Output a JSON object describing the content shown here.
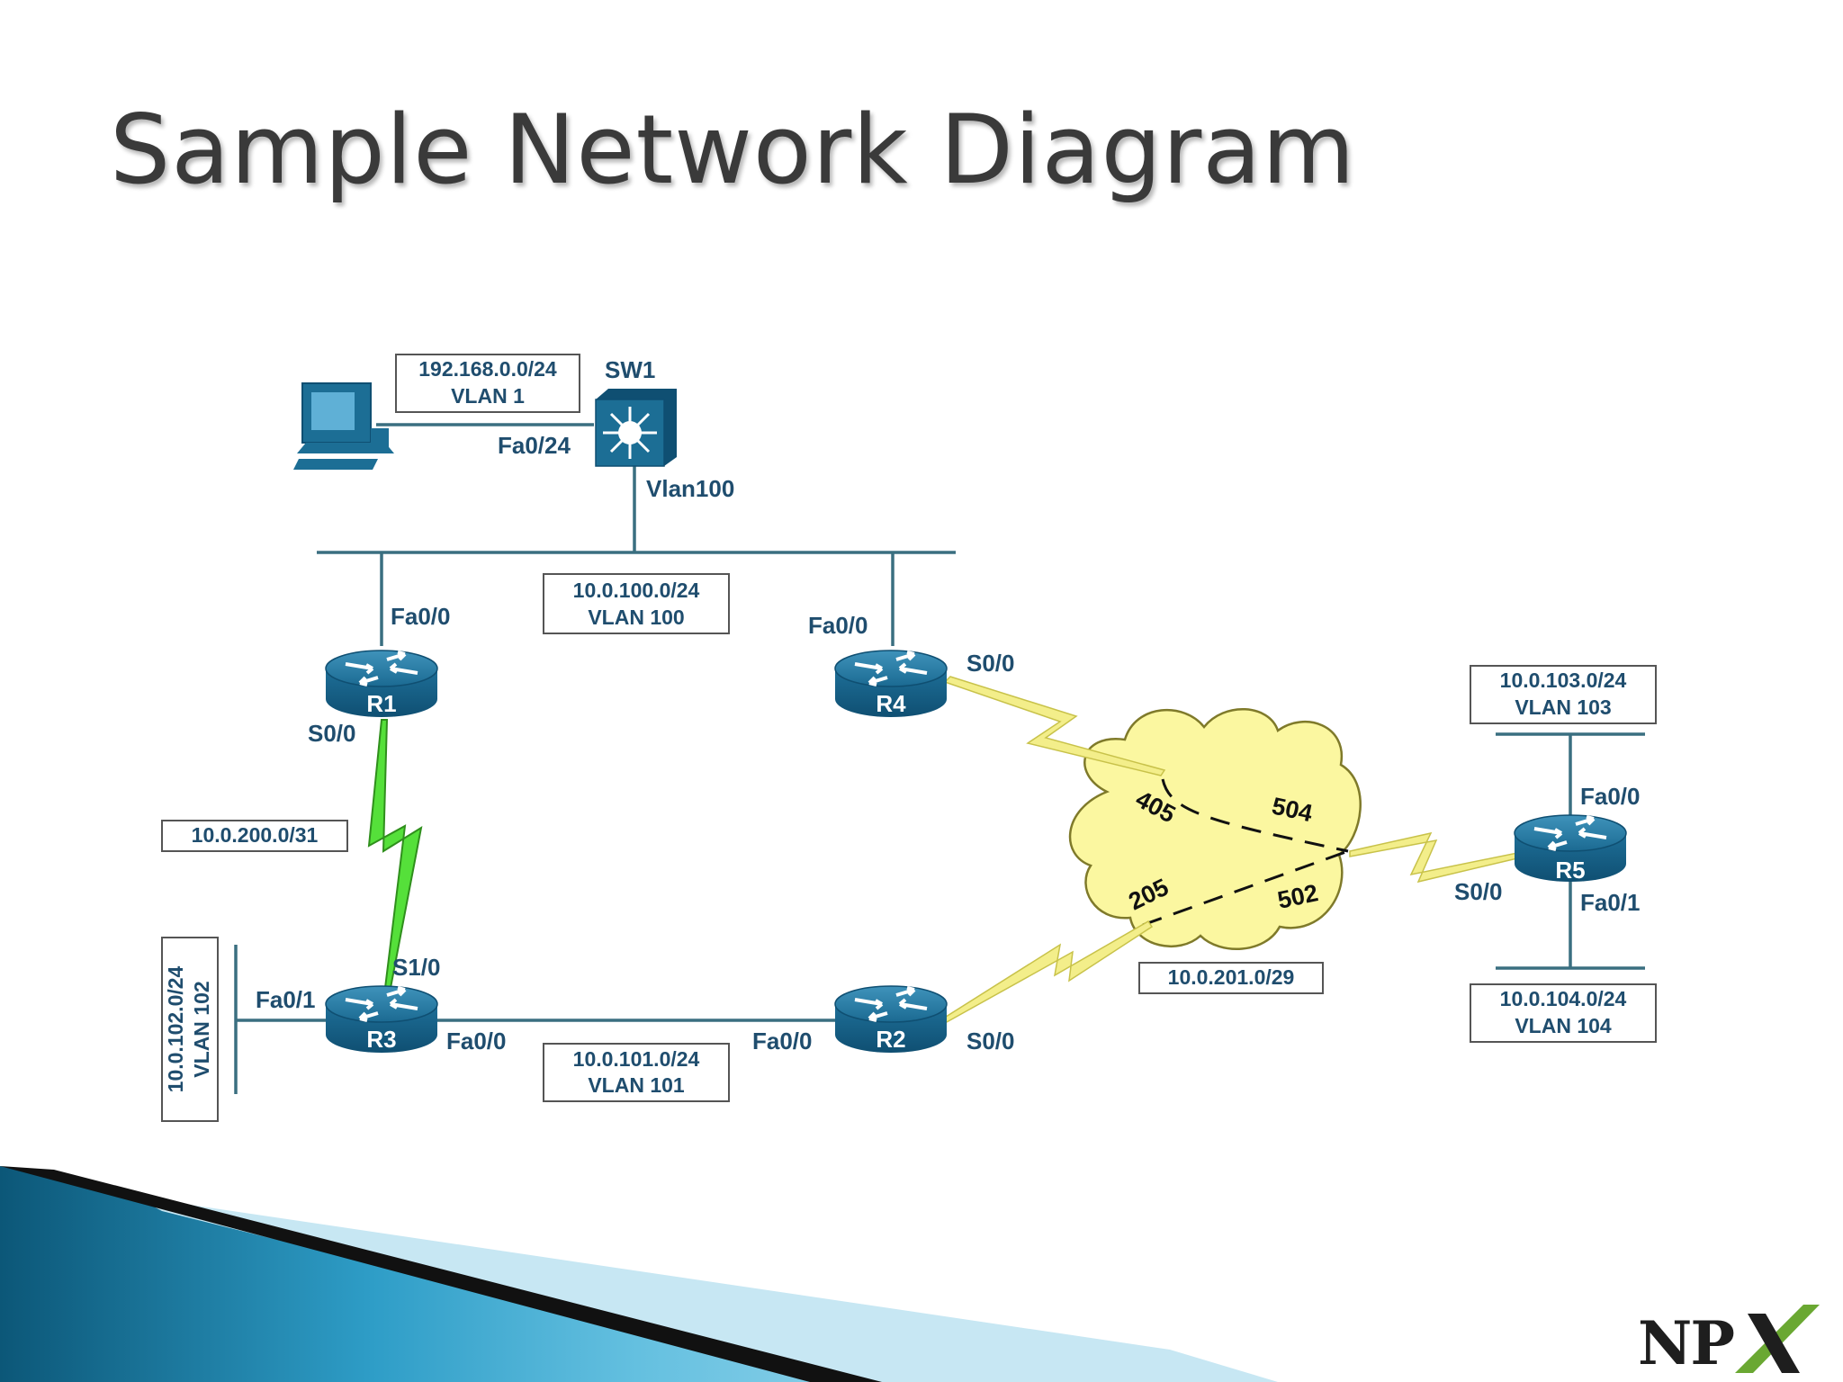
{
  "title": "Sample Network Diagram",
  "devices": {
    "sw1": "SW1",
    "r1": "R1",
    "r2": "R2",
    "r3": "R3",
    "r4": "R4",
    "r5": "R5"
  },
  "interfaces": {
    "sw1_fa024": "Fa0/24",
    "sw1_vlan100": "Vlan100",
    "r1_fa00": "Fa0/0",
    "r1_s00": "S0/0",
    "r4_fa00": "Fa0/0",
    "r4_s00": "S0/0",
    "r3_s10": "S1/0",
    "r3_fa01": "Fa0/1",
    "r3_fa00": "Fa0/0",
    "r2_fa00": "Fa0/0",
    "r2_s00": "S0/0",
    "r5_fa00": "Fa0/0",
    "r5_fa01": "Fa0/1",
    "r5_s00": "S0/0"
  },
  "subnets": {
    "vlan1": {
      "network": "192.168.0.0/24",
      "vlan": "VLAN 1"
    },
    "vlan100": {
      "network": "10.0.100.0/24",
      "vlan": "VLAN 100"
    },
    "vlan101": {
      "network": "10.0.101.0/24",
      "vlan": "VLAN 101"
    },
    "vlan102": {
      "network": "10.0.102.0/24",
      "vlan": "VLAN 102"
    },
    "vlan103": {
      "network": "10.0.103.0/24",
      "vlan": "VLAN 103"
    },
    "vlan104": {
      "network": "10.0.104.0/24",
      "vlan": "VLAN 104"
    },
    "serial_r1_r3": "10.0.200.0/31",
    "frame_relay": "10.0.201.0/29"
  },
  "dlci": {
    "r4_side": "405",
    "r5_to_r4": "504",
    "r2_side": "205",
    "r5_to_r2": "502"
  },
  "logo": {
    "text": "NP",
    "accent": "#6aa832"
  },
  "colors": {
    "device_blue": "#1c6e95",
    "cloud_fill": "#fbf7a0",
    "serial_green": "#55e03a",
    "serial_yellow": "#f3ee8a"
  }
}
